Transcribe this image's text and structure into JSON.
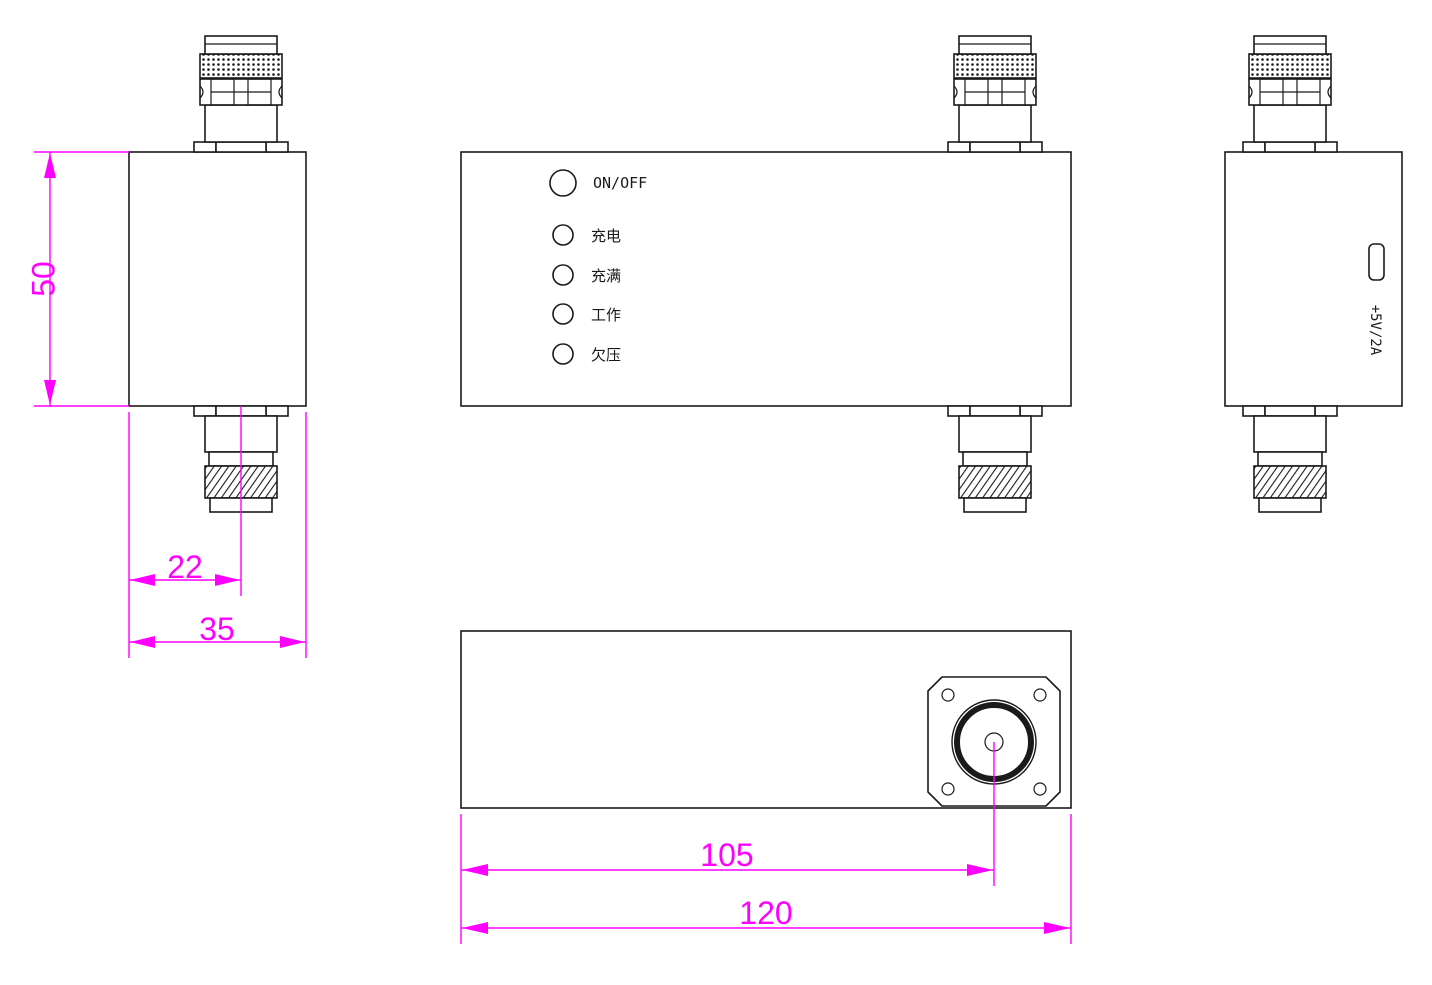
{
  "front_panel": {
    "power_label": "ON/OFF",
    "indicators": [
      {
        "label": "充电"
      },
      {
        "label": "充满"
      },
      {
        "label": "工作"
      },
      {
        "label": "欠压"
      }
    ]
  },
  "side_panel": {
    "port_label": "+5V/2A"
  },
  "dimensions": {
    "height": "50",
    "connector_offset_side": "22",
    "width": "35",
    "connector_offset_bottom": "105",
    "length": "120"
  },
  "colors": {
    "dimension": "#ff00ff",
    "line": "#1a1a1a",
    "background": "#ffffff"
  }
}
